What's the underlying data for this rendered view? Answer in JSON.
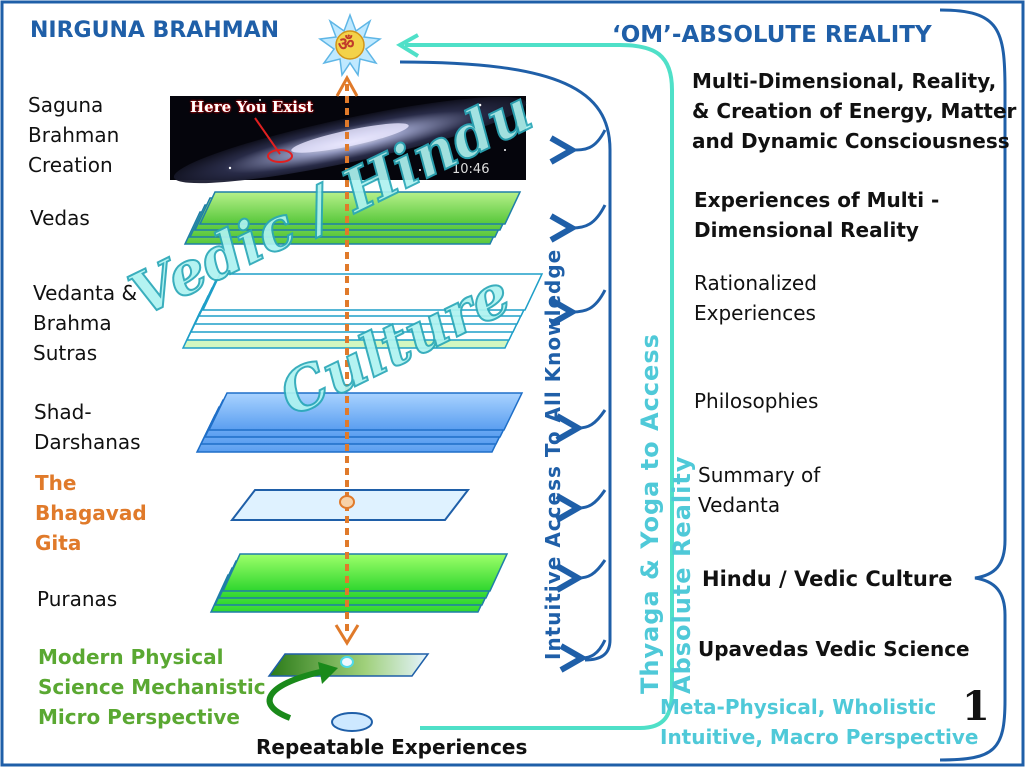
{
  "title_left": "NIRGUNA BRAHMAN",
  "title_right": "‘OM’-ABSOLUTE REALITY",
  "om_symbol": "ॐ",
  "galaxy": {
    "caption": "Here You Exist",
    "timestamp": "10:46"
  },
  "left_labels": {
    "saguna": "Saguna\nBrahman\nCreation",
    "vedas": "Vedas",
    "vedanta": "Vedanta &\nBrahma\nSutras",
    "shad": "Shad-\nDarshanas",
    "gita": "The\nBhagavad\nGita",
    "puranas": "Puranas",
    "modern": "Modern Physical\nScience  Mechanistic\nMicro Perspective"
  },
  "right_labels": {
    "multi_dim": "Multi-Dimensional, Reality,\n& Creation of Energy, Matter\nand Dynamic Consciousness",
    "experiences": "Experiences of Multi -\nDimensional Reality",
    "rationalized": "Rationalized\nExperiences",
    "philosophies": "Philosophies",
    "summary": "Summary of\nVedanta",
    "hindu": "Hindu / Vedic  Culture",
    "upavedas": "Upavedas Vedic Science",
    "meta": "Meta-Physical, Wholistic\nIntuitive, Macro Perspective"
  },
  "bottom_label": "Repeatable  Experiences",
  "vertical_text_1": "Intuitive  Access  To  All  Knowledge",
  "vertical_text_2": "Thyaga & Yoga to Access Absolute Reality",
  "watermark_1": "Vedic / Hindu",
  "watermark_2": "Culture",
  "slide_number": "1",
  "colors": {
    "navy": "#1f5fa8",
    "cyan": "#4fd9c8",
    "orange": "#e07a2a",
    "green": "#5aa832",
    "border": "#1f5fa8"
  }
}
